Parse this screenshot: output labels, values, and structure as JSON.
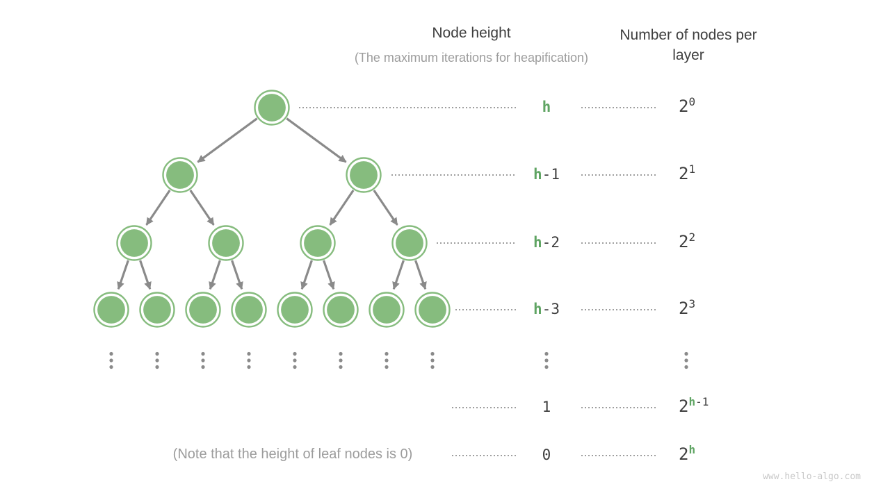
{
  "headers": {
    "node_height": "Node height",
    "node_height_subtitle": "(The maximum iterations for heapification)",
    "nodes_per_layer": "Number of nodes per layer"
  },
  "tree": {
    "type": "perfect-binary-tree",
    "levels_shown": 4,
    "nodes_per_level": [
      1,
      2,
      4,
      8
    ],
    "continuation_ellipsis_columns": 8
  },
  "rows": [
    {
      "height_parts": [
        {
          "text": "h",
          "green": true
        }
      ],
      "count": {
        "base": "2",
        "exp_parts": [
          {
            "text": "0",
            "green": false
          }
        ]
      }
    },
    {
      "height_parts": [
        {
          "text": "h",
          "green": true
        },
        {
          "text": "-1",
          "green": false
        }
      ],
      "count": {
        "base": "2",
        "exp_parts": [
          {
            "text": "1",
            "green": false
          }
        ]
      }
    },
    {
      "height_parts": [
        {
          "text": "h",
          "green": true
        },
        {
          "text": "-2",
          "green": false
        }
      ],
      "count": {
        "base": "2",
        "exp_parts": [
          {
            "text": "2",
            "green": false
          }
        ]
      }
    },
    {
      "height_parts": [
        {
          "text": "h",
          "green": true
        },
        {
          "text": "-3",
          "green": false
        }
      ],
      "count": {
        "base": "2",
        "exp_parts": [
          {
            "text": "3",
            "green": false
          }
        ]
      }
    },
    {
      "ellipsis": true
    },
    {
      "height_parts": [
        {
          "text": "1",
          "green": false
        }
      ],
      "count": {
        "base": "2",
        "exp_parts": [
          {
            "text": "h",
            "green": true
          },
          {
            "text": "-1",
            "green": false
          }
        ]
      }
    },
    {
      "height_parts": [
        {
          "text": "0",
          "green": false
        }
      ],
      "count": {
        "base": "2",
        "exp_parts": [
          {
            "text": "h",
            "green": true
          }
        ]
      }
    }
  ],
  "note": "(Note that the height of leaf nodes is 0)",
  "watermark": "www.hello-algo.com",
  "colors": {
    "node_fill": "#86BC7E",
    "node_ring_gap": "#FFFFFF",
    "arrow": "#8A8A8A",
    "dotted_line": "#9E9E9E",
    "ellipsis_dot": "#8A8A8A",
    "green_label": "#5FA463",
    "dark_text": "#3E3E3E",
    "gray_text": "#9C9C9C",
    "watermark": "#C8C8C8"
  }
}
